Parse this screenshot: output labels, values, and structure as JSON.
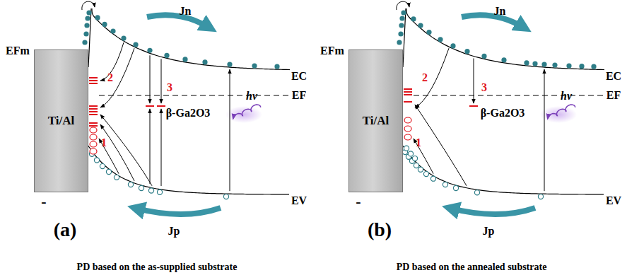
{
  "diagram": {
    "nodes": [
      {
        "text": [
          "Ti/Al"
        ]
      },
      {
        "text": [
          "Ti/Al"
        ]
      }
    ],
    "labels": [
      "EFm",
      "Jn",
      "2",
      "EC",
      "EF",
      "3",
      "β-Ga2O3",
      "hν",
      "1",
      "-",
      "EV",
      "Jp",
      "(a)",
      "PD based on the as-supplied substrate",
      "EFm",
      "Jn",
      "2",
      "EC",
      "EF",
      "3",
      "β-Ga2O3",
      "hν",
      "1",
      "-",
      "EV",
      "Jp",
      "(b)",
      "PD based on the annealed substrate"
    ]
  }
}
